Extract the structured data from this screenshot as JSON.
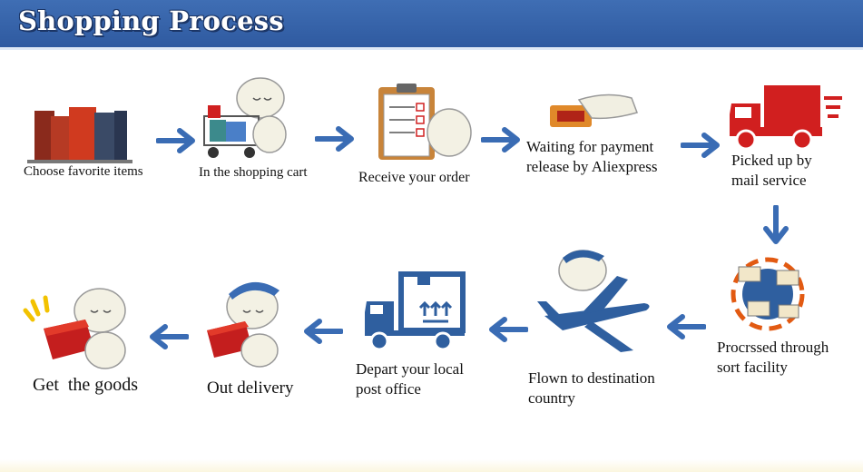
{
  "header": {
    "title": "Shopping Process"
  },
  "colors": {
    "header_blue": "#3563a9",
    "arrow_blue": "#3a6cb4",
    "icon_blue": "#2f5f9f",
    "red": "#d11f1f"
  },
  "steps": [
    {
      "id": 1,
      "label": "Choose favorite items",
      "icon": "books-icon"
    },
    {
      "id": 2,
      "label": "In the shopping cart",
      "icon": "shopping-cart-icon"
    },
    {
      "id": 3,
      "label": "Receive your order",
      "icon": "clipboard-checklist-icon"
    },
    {
      "id": 4,
      "label_line1": "Waiting for payment",
      "label_line2": "release by Aliexpress",
      "icon": "payment-hand-icon"
    },
    {
      "id": 5,
      "label_line1": "Picked up by",
      "label_line2": "mail service",
      "icon": "delivery-truck-icon"
    },
    {
      "id": 6,
      "label_line1": "Procrssed through",
      "label_line2": "sort facility",
      "icon": "envelopes-globe-icon"
    },
    {
      "id": 7,
      "label_line1": "Flown to destination",
      "label_line2": "country",
      "icon": "airplane-icon"
    },
    {
      "id": 8,
      "label_line1": "Depart your local",
      "label_line2": "post office",
      "icon": "post-truck-icon"
    },
    {
      "id": 9,
      "label": "Out delivery",
      "icon": "courier-with-box-icon"
    },
    {
      "id": 10,
      "label": "Get  the goods",
      "icon": "character-with-goods-icon"
    }
  ]
}
